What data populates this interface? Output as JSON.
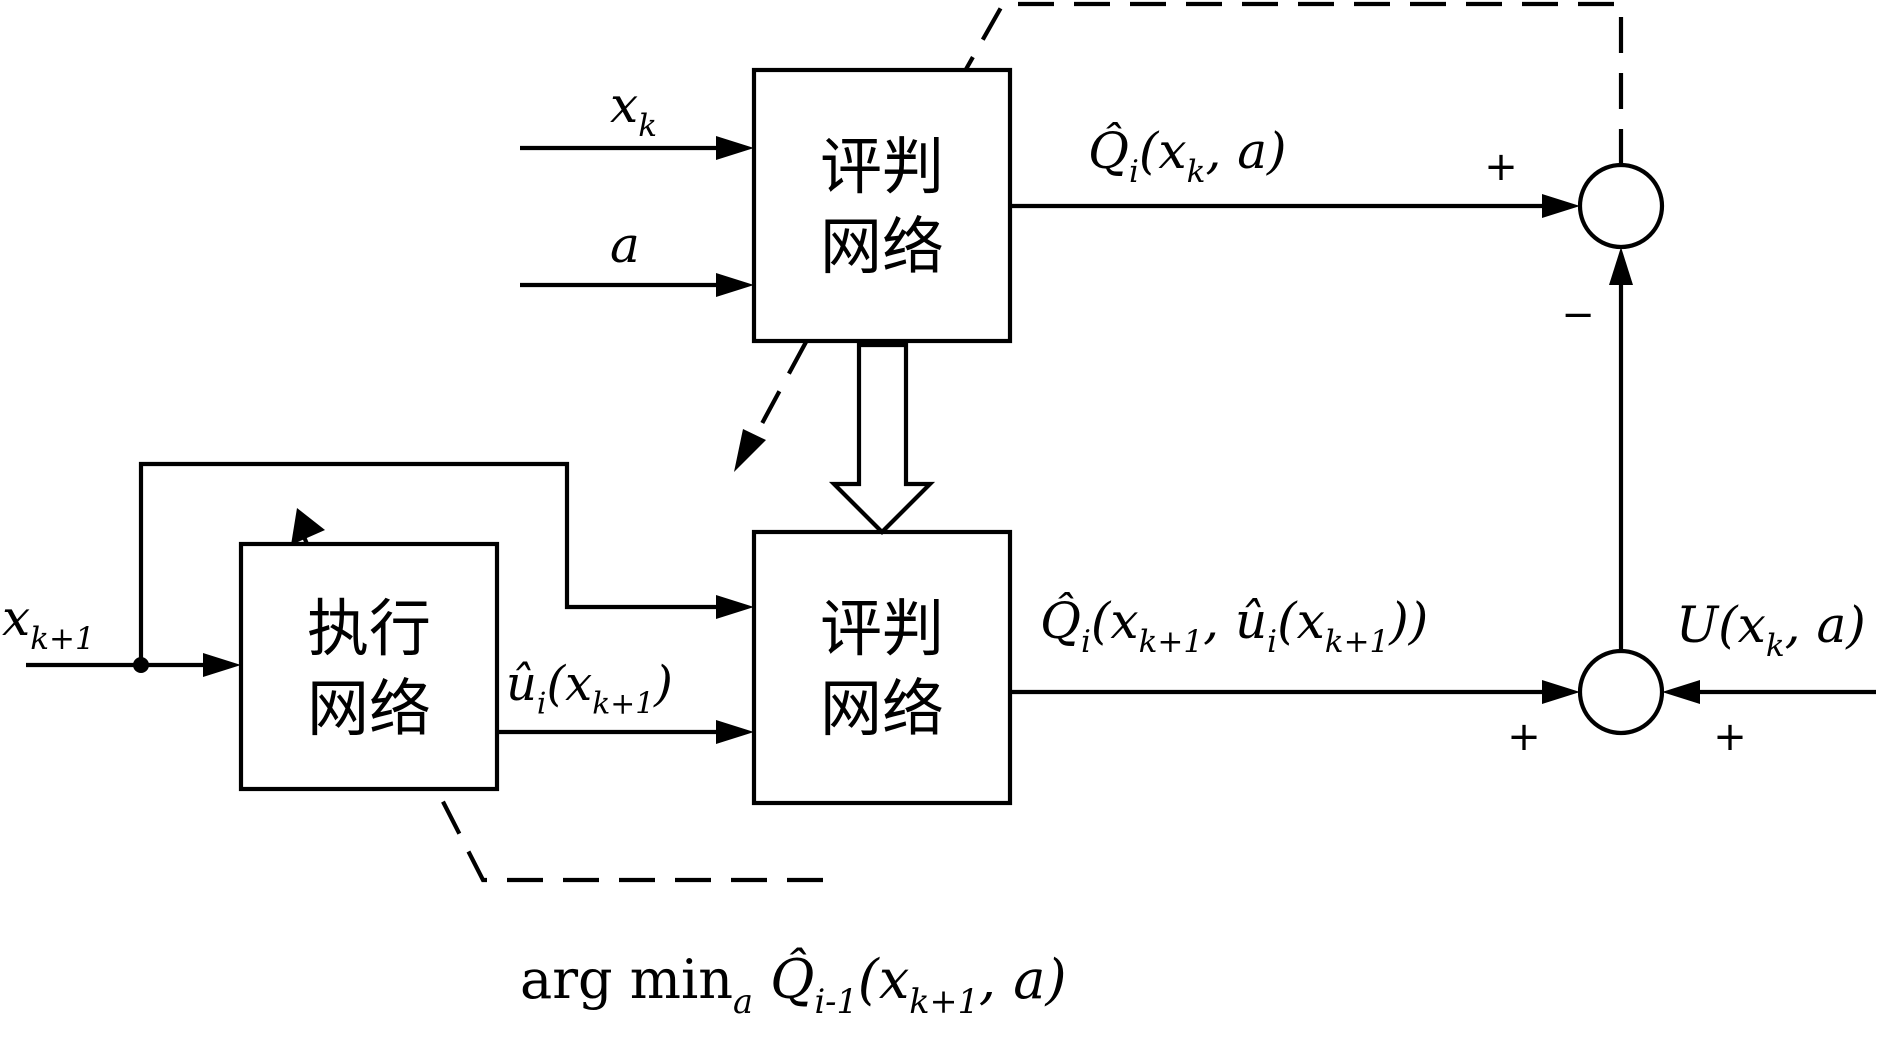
{
  "blocks": {
    "critic_top": {
      "line1": "评判",
      "line2": "网络"
    },
    "critic_bottom": {
      "line1": "评判",
      "line2": "网络"
    },
    "actor": {
      "line1": "执行",
      "line2": "网络"
    }
  },
  "labels": {
    "input_xk": "x_k",
    "input_a": "a",
    "input_xk1": "x_{k+1}",
    "q_top": "Q̂_i(x_k, a)",
    "q_bottom": "Q̂_i(x_{k+1}, û_i(x_{k+1}))",
    "actor_out": "û_i(x_{k+1})",
    "utility": "U(x_k, a)",
    "target": "arg min_a Q̂_{i-1}(x_{k+1}, a)"
  },
  "signs": {
    "top_sum_plus": "+",
    "top_sum_minus": "−",
    "bottom_sum_left_plus": "+",
    "bottom_sum_right_plus": "+"
  }
}
